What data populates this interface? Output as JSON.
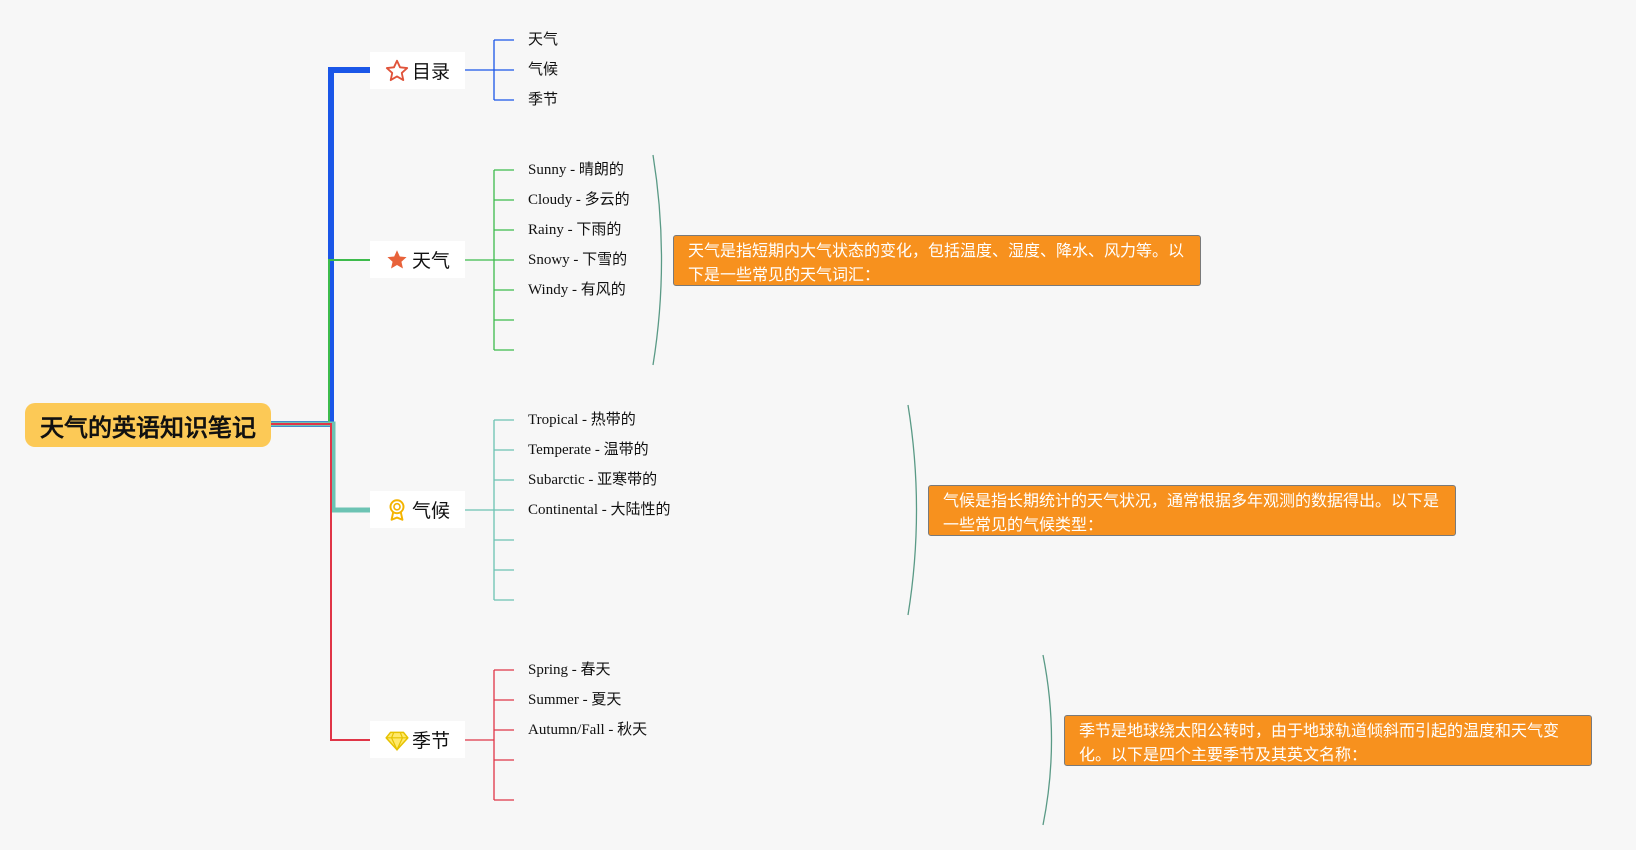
{
  "root": {
    "label": "天气的英语知识笔记",
    "color": "#fcc956"
  },
  "topics": [
    {
      "id": "toc",
      "label": "目录",
      "icon": "star-outline-icon",
      "color": "#1a56e8",
      "leaves": [
        "天气",
        "气候",
        "季节"
      ]
    },
    {
      "id": "weather",
      "label": "天气",
      "icon": "star-filled-icon",
      "color": "#3dbb4c",
      "leaves": [
        "Sunny - 晴朗的",
        "Cloudy - 多云的",
        "Rainy - 下雨的",
        "Snowy - 下雪的",
        "Windy - 有风的",
        "",
        ""
      ],
      "note": "天气是指短期内大气状态的变化，包括温度、湿度、降水、风力等。以下是一些常见的天气词汇："
    },
    {
      "id": "climate",
      "label": "气候",
      "icon": "award-medal-icon",
      "color": "#6cc3b3",
      "leaves": [
        "Tropical - 热带的",
        "Temperate - 温带的",
        "Subarctic - 亚寒带的",
        "Continental - 大陆性的",
        "",
        "",
        ""
      ],
      "note": "气候是指长期统计的天气状况，通常根据多年观测的数据得出。以下是一些常见的气候类型："
    },
    {
      "id": "season",
      "label": "季节",
      "icon": "diamond-icon",
      "color": "#e03547",
      "leaves": [
        "Spring - 春天",
        "Summer - 夏天",
        "Autumn/Fall - 秋天",
        "",
        ""
      ],
      "note": "季节是地球绕太阳公转时，由于地球轨道倾斜而引起的温度和天气变化。以下是四个主要季节及其英文名称："
    }
  ],
  "note_color": "#f7911e"
}
